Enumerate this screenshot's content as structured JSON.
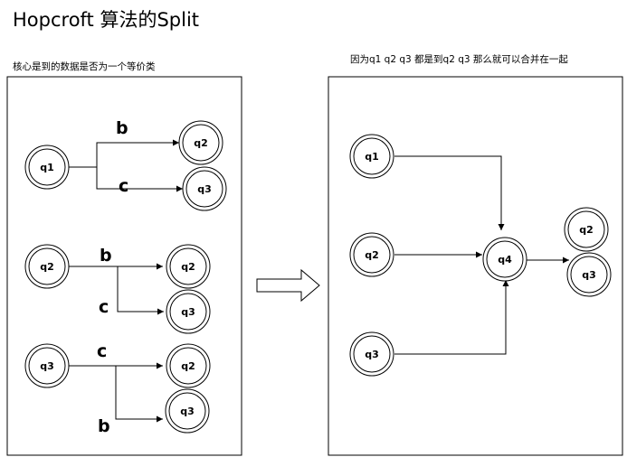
{
  "title": "Hopcroft  算法的Split",
  "left_panel": {
    "note": "核心是到的数据是否为一个等价类",
    "groups": [
      {
        "source": "q1",
        "edges": [
          {
            "label": "b",
            "target": "q2"
          },
          {
            "label": "c",
            "target": "q3"
          }
        ]
      },
      {
        "source": "q2",
        "edges": [
          {
            "label": "b",
            "target": "q2"
          },
          {
            "label": "c",
            "target": "q3"
          }
        ]
      },
      {
        "source": "q3",
        "edges": [
          {
            "label": "c",
            "target": "q2"
          },
          {
            "label": "b",
            "target": "q3"
          }
        ]
      }
    ]
  },
  "right_panel": {
    "note": "因为q1 q2 q3 都是到q2 q3 那么就可以合并在一起",
    "sources": [
      "q1",
      "q2",
      "q3"
    ],
    "merged": "q4",
    "targets": [
      "q2",
      "q3"
    ]
  }
}
